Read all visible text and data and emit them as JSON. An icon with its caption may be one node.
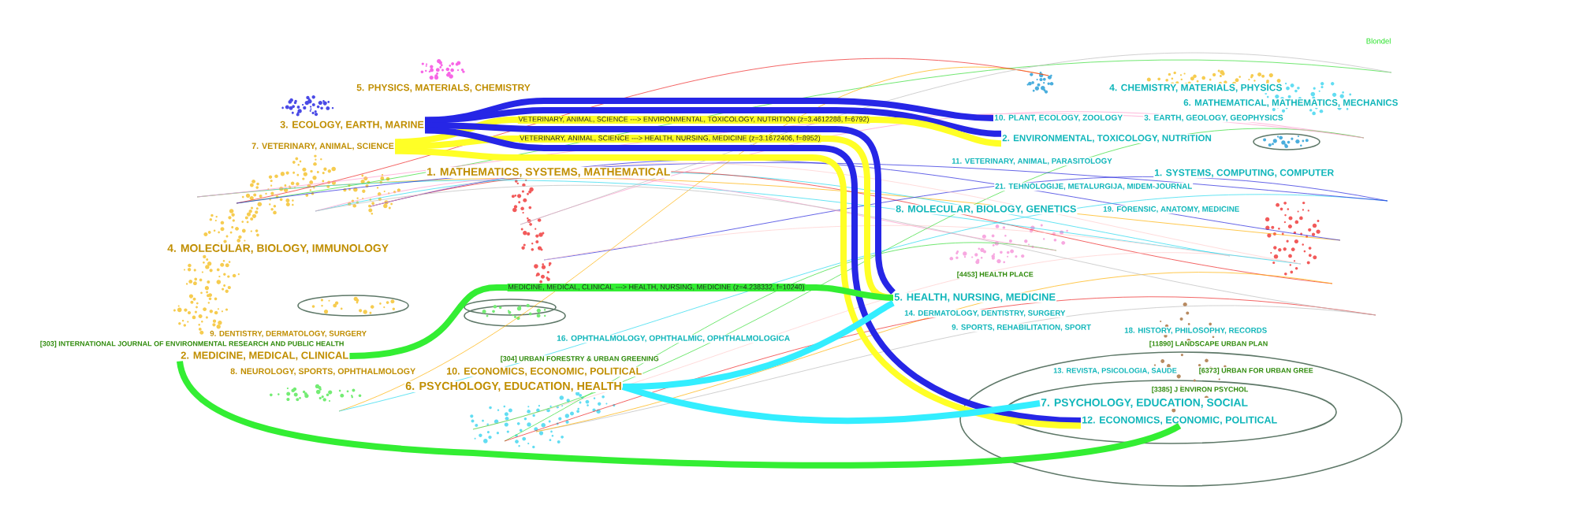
{
  "diagram": {
    "nodes": [
      {
        "text": [
          "5. PHYSICS, MATERIALS, CHEMISTRY"
        ]
      },
      {
        "text": [
          "3. ECOLOGY, EARTH, MARINE"
        ]
      },
      {
        "text": [
          "7. VETERINARY, ANIMAL, SCIENCE"
        ]
      },
      {
        "text": [
          "1. MATHEMATICS, SYSTEMS, MATHEMATICAL"
        ]
      },
      {
        "text": [
          "4. MOLECULAR, BIOLOGY, IMMUNOLOGY"
        ]
      },
      {
        "text": [
          "9. DENTISTRY, DERMATOLOGY, SURGERY"
        ]
      },
      {
        "text": [
          "2. MEDICINE, MEDICAL, CLINICAL"
        ]
      },
      {
        "text": [
          "8. NEUROLOGY, SPORTS, OPHTHALMOLOGY"
        ]
      },
      {
        "text": [
          "10. ECONOMICS, ECONOMIC, POLITICAL"
        ]
      },
      {
        "text": [
          "6. PSYCHOLOGY, EDUCATION, HEALTH"
        ]
      },
      {
        "text": [
          "4. CHEMISTRY, MATERIALS, PHYSICS"
        ]
      },
      {
        "text": [
          "6. MATHEMATICAL, MATHEMATICS, MECHANICS"
        ]
      },
      {
        "text": [
          "10. PLANT, ECOLOGY, ZOOLOGY"
        ]
      },
      {
        "text": [
          "3. EARTH, GEOLOGY, GEOPHYSICS"
        ]
      },
      {
        "text": [
          "2. ENVIRONMENTAL, TOXICOLOGY, NUTRITION"
        ]
      },
      {
        "text": [
          "11. VETERINARY, ANIMAL, PARASITOLOGY"
        ]
      },
      {
        "text": [
          "1. SYSTEMS, COMPUTING, COMPUTER"
        ]
      },
      {
        "text": [
          "21. TEHNOLOGIJE, METALURGIJA, MIDEM-JOURNAL"
        ]
      },
      {
        "text": [
          "8. MOLECULAR, BIOLOGY, GENETICS"
        ]
      },
      {
        "text": [
          "19. FORENSIC, ANATOMY, MEDICINE"
        ]
      },
      {
        "text": [
          "5. HEALTH, NURSING, MEDICINE"
        ]
      },
      {
        "text": [
          "14. DERMATOLOGY, DENTISTRY, SURGERY"
        ]
      },
      {
        "text": [
          "9. SPORTS, REHABILITATION, SPORT"
        ]
      },
      {
        "text": [
          "18. HISTORY, PHILOSOPHY, RECORDS"
        ]
      },
      {
        "text": [
          "16. OPHTHALMOLOGY, OPHTHALMIC, OPHTHALMOLOGICA"
        ]
      },
      {
        "text": [
          "13. REVISTA, PSICOLOGIA, SAUDE"
        ]
      },
      {
        "text": [
          "7. PSYCHOLOGY, EDUCATION, SOCIAL"
        ]
      },
      {
        "text": [
          "12. ECONOMICS, ECONOMIC, POLITICAL"
        ]
      }
    ],
    "edges": [
      {
        "from": 1,
        "to": 12,
        "arrow": "none"
      },
      {
        "from": 1,
        "to": 14,
        "arrow": "none"
      },
      {
        "from": 2,
        "to": 14,
        "arrow": "none",
        "color": "#ffff26",
        "label": "VETERINARY, ANIMAL, SCIENCE ---> ENVIRONMENTAL, TOXICOLOGY, NUTRITION (z=3.4612288, f=6792)"
      },
      {
        "from": 1,
        "to": 20,
        "arrow": "none"
      },
      {
        "from": 2,
        "to": 20,
        "arrow": "none",
        "color": "#ffff26",
        "label": "VETERINARY, ANIMAL, SCIENCE ---> HEALTH, NURSING, MEDICINE (z=3.1672406, f=8952)"
      },
      {
        "from": 1,
        "to": 27,
        "arrow": "none"
      },
      {
        "from": 2,
        "to": 27,
        "arrow": "none",
        "color": "#ffff26"
      },
      {
        "from": 6,
        "to": 20,
        "arrow": "none",
        "color": "#33ee33",
        "label": "MEDICINE, MEDICAL, CLINICAL ---> HEALTH, NURSING, MEDICINE (z=4.238332, f=10240)"
      },
      {
        "from": 6,
        "to": 27,
        "arrow": "none",
        "color": "#33ee33"
      },
      {
        "from": 9,
        "to": 20,
        "arrow": "none",
        "color": "#33eeff"
      },
      {
        "from": 9,
        "to": 26,
        "arrow": "none",
        "color": "#33eeff"
      }
    ],
    "labels": [
      "Blondel",
      "[4453] HEALTH PLACE",
      "[11890] LANDSCAPE URBAN PLAN",
      "[303] INTERNATIONAL JOURNAL OF ENVIRONMENTAL RESEARCH AND PUBLIC HEALTH",
      "[304] URBAN FORESTRY & URBAN GREENING",
      "[6373] URBAN FOR URBAN GREE",
      "[3385] J ENVIRON PSYCHOL"
    ]
  }
}
